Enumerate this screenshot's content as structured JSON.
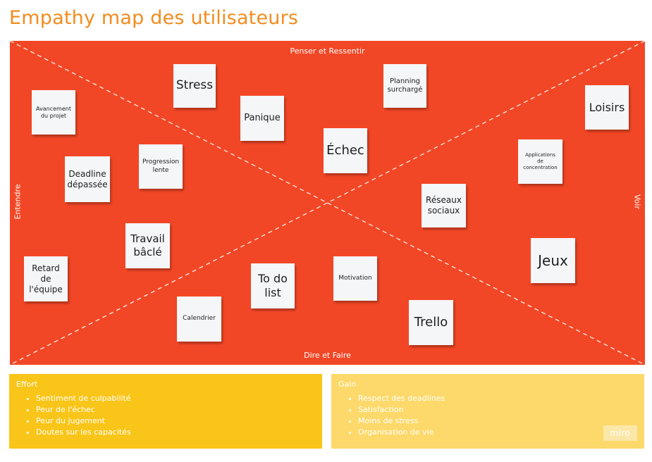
{
  "title": "Empathy map des utilisateurs",
  "board": {
    "color": "#f24726",
    "quadrants": {
      "top": "Penser et Ressentir",
      "bottom": "Dire et Faire",
      "left": "Entendre",
      "right": "Voir"
    },
    "notes": [
      {
        "text": "Stress"
      },
      {
        "text": "Planning\nsurchargé"
      },
      {
        "text": "Avancement\ndu projet"
      },
      {
        "text": "Panique"
      },
      {
        "text": "Loisirs"
      },
      {
        "text": "Échec"
      },
      {
        "text": "Applications\nde\nconcentration"
      },
      {
        "text": "Deadline\ndépassée"
      },
      {
        "text": "Progression\nlente"
      },
      {
        "text": "Réseaux\nsociaux"
      },
      {
        "text": "Travail\nbâclé"
      },
      {
        "text": "Jeux"
      },
      {
        "text": "Retard\nde\nl'équipe"
      },
      {
        "text": "To do\nlist"
      },
      {
        "text": "Motivation"
      },
      {
        "text": "Calendrier"
      },
      {
        "text": "Trello"
      }
    ]
  },
  "effort": {
    "title": "Effort",
    "color": "#f9c518",
    "items": [
      "Sentiment de culpabilité",
      "Peur de l'échec",
      "Peur du jugement",
      "Doutes sur les capacités"
    ]
  },
  "gain": {
    "title": "Gain",
    "color": "#fcd96a",
    "items": [
      "Respect des deadlines",
      "Satisfaction",
      "Moins de stress",
      "Organisation de vie"
    ]
  },
  "watermark": "miro"
}
